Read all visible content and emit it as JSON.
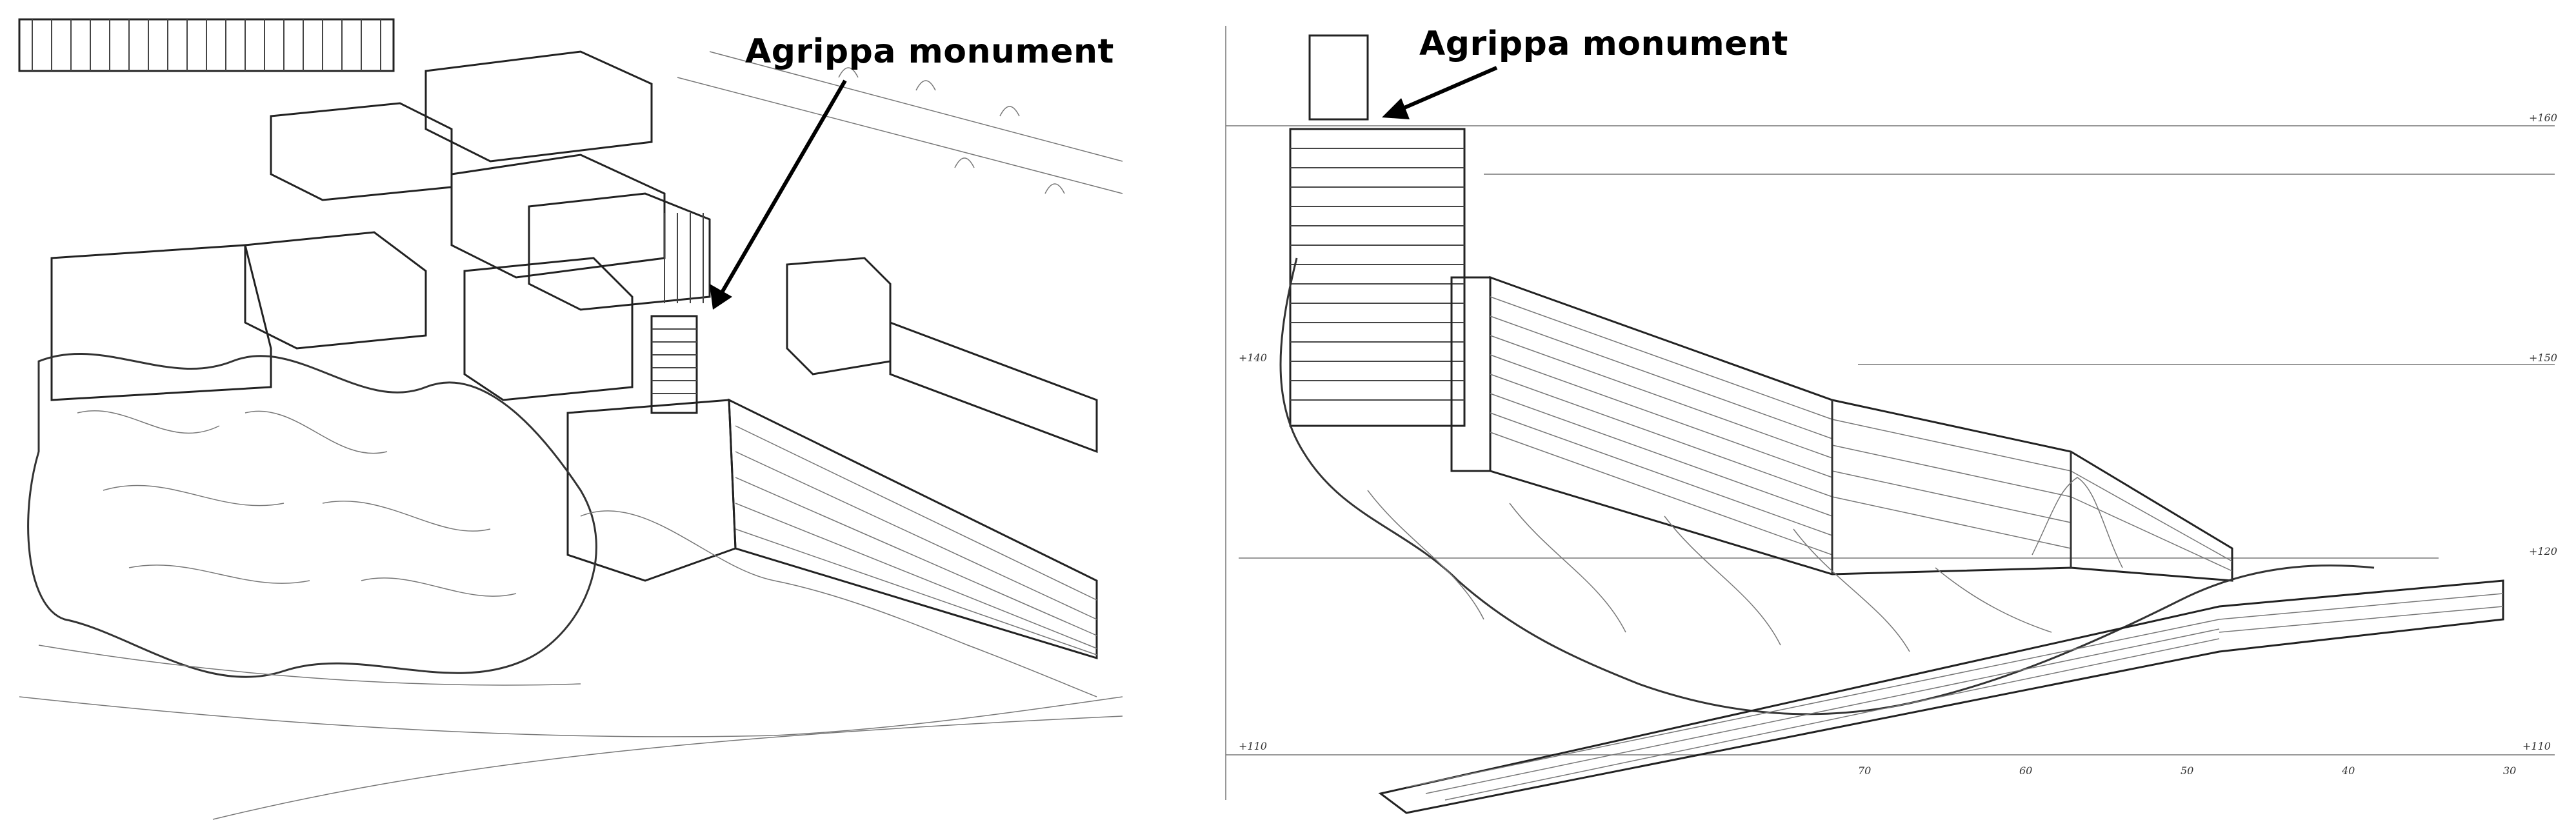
{
  "left_panel": {
    "caption": "Agrippa monument"
  },
  "right_panel": {
    "caption": "Agrippa monument",
    "level_labels": [
      "+160",
      "+150",
      "+140",
      "+120",
      "+110",
      "+110"
    ],
    "scale_ticks": [
      "70",
      "60",
      "50",
      "40",
      "30"
    ]
  },
  "colors": {
    "ink": "#222222",
    "paper": "#ffffff"
  }
}
